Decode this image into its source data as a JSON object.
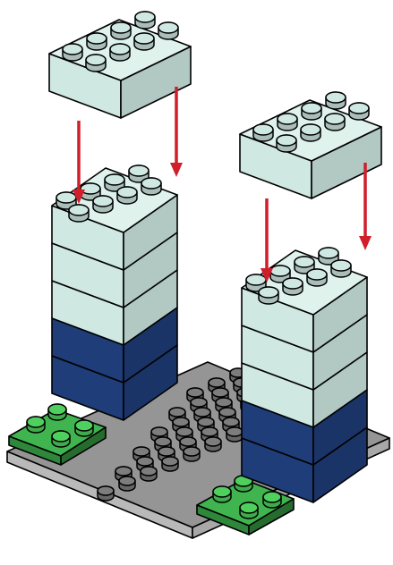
{
  "diagram": {
    "kind": "lego-assembly-instruction",
    "colors": {
      "light_brick": "#cfe8e1",
      "dark_brick": "#1f3d78",
      "green_plate": "#3fb44f",
      "gray_baseplate": "#8e8e8e",
      "arrow": "#d01f2b",
      "outline": "#000000"
    },
    "baseplate": {
      "studs_wide": 8,
      "studs_deep": 8,
      "color": "gray"
    },
    "corner_plates": [
      {
        "name": "left-green-plate",
        "size": "2x2",
        "color": "green"
      },
      {
        "name": "right-green-plate",
        "size": "2x2",
        "color": "green"
      }
    ],
    "towers": [
      {
        "name": "left-tower",
        "layers": [
          "dark",
          "dark",
          "light",
          "light",
          "light"
        ],
        "brick": "2x4"
      },
      {
        "name": "right-tower",
        "layers": [
          "dark",
          "dark",
          "light",
          "light",
          "light"
        ],
        "brick": "2x4"
      }
    ],
    "incoming_bricks": [
      {
        "name": "left-falling-brick",
        "brick": "2x4",
        "color": "light",
        "arrows": 2
      },
      {
        "name": "right-falling-brick",
        "brick": "2x4",
        "color": "light",
        "arrows": 2
      }
    ]
  }
}
